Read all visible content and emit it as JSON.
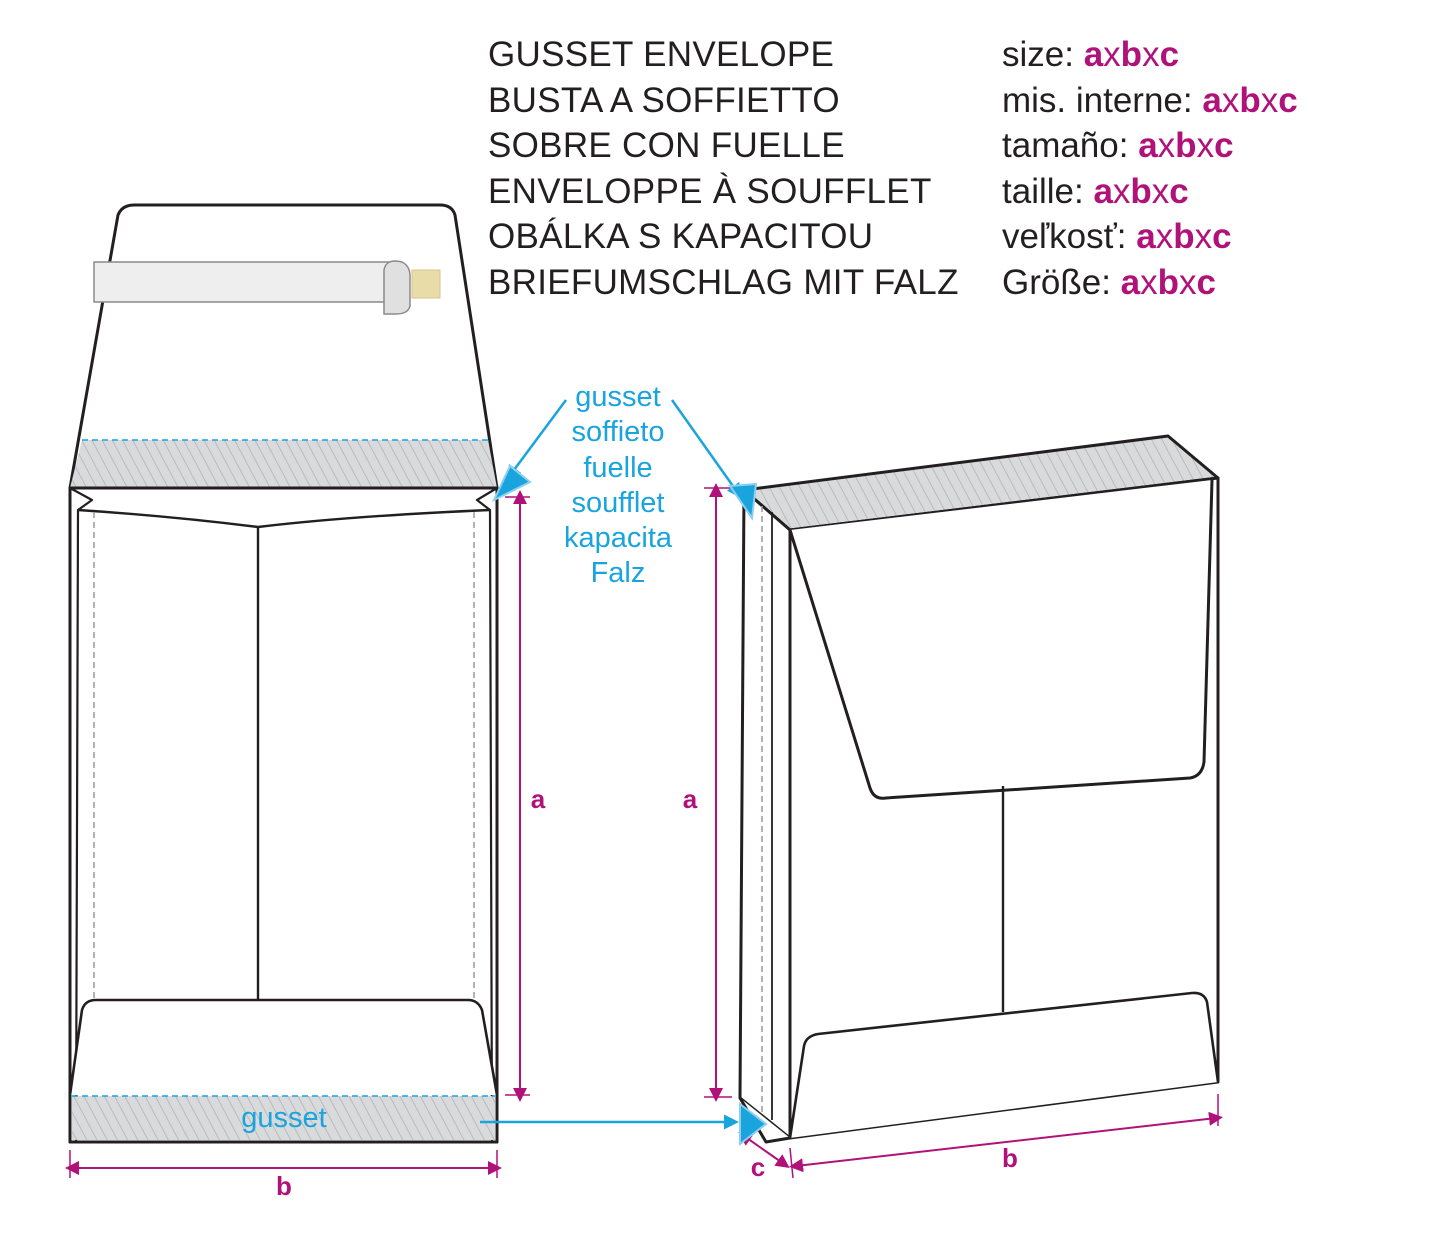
{
  "title_lines": [
    "GUSSET ENVELOPE",
    "BUSTA A SOFFIETTO",
    "SOBRE CON FUELLE",
    "ENVELOPPE À SOUFFLET",
    "OBÁLKA S KAPACITOU",
    "BRIEFUMSCHLAG MIT FALZ"
  ],
  "size_lines": [
    {
      "label": "size: ",
      "a": "a",
      "x1": "x",
      "b": "b",
      "x2": "x",
      "c": "c"
    },
    {
      "label": "mis. interne: ",
      "a": "a",
      "x1": "x",
      "b": "b",
      "x2": "x",
      "c": "c"
    },
    {
      "label": "tamaño: ",
      "a": "a",
      "x1": "x",
      "b": "b",
      "x2": "x",
      "c": "c"
    },
    {
      "label": "taille: ",
      "a": "a",
      "x1": "x",
      "b": "b",
      "x2": "x",
      "c": "c"
    },
    {
      "label": "veľkosť: ",
      "a": "a",
      "x1": "x",
      "b": "b",
      "x2": "x",
      "c": "c"
    },
    {
      "label": "Größe: ",
      "a": "a",
      "x1": "x",
      "b": "b",
      "x2": "x",
      "c": "c"
    }
  ],
  "gusset_labels": [
    "gusset",
    "soffieto",
    "fuelle",
    "soufflet",
    "kapacita",
    "Falz"
  ],
  "bottom_gusset_label": "gusset",
  "dimensions": {
    "a": "a",
    "b": "b",
    "c": "c"
  },
  "colors": {
    "outline": "#231f20",
    "dimension": "#b0127a",
    "gusset_accent": "#1aa4de",
    "gusset_fill": "#d6d7d9",
    "strip_fill": "#eeeeee",
    "adhesive": "#e8dca8"
  }
}
